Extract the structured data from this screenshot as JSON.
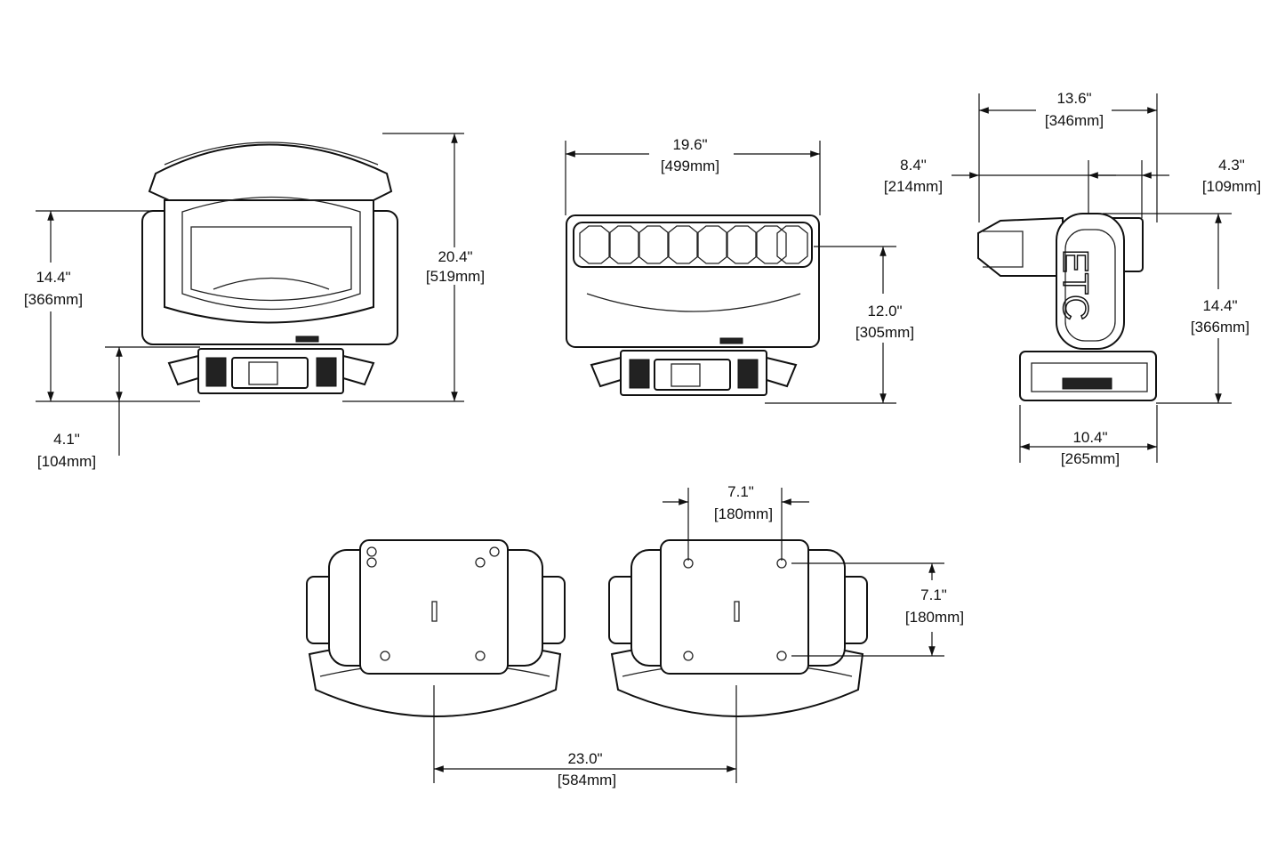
{
  "front_view": {
    "height_head": {
      "in": "14.4\"",
      "mm": "[366mm]"
    },
    "height_total": {
      "in": "20.4\"",
      "mm": "[519mm]"
    },
    "base_height": {
      "in": "4.1\"",
      "mm": "[104mm]"
    }
  },
  "side_long_view": {
    "width": {
      "in": "19.6\"",
      "mm": "[499mm]"
    },
    "height": {
      "in": "12.0\"",
      "mm": "[305mm]"
    }
  },
  "side_view": {
    "depth_total": {
      "in": "13.6\"",
      "mm": "[346mm]"
    },
    "front_offset": {
      "in": "8.4\"",
      "mm": "[214mm]"
    },
    "rear_offset": {
      "in": "4.3\"",
      "mm": "[109mm]"
    },
    "height": {
      "in": "14.4\"",
      "mm": "[366mm]"
    },
    "base_depth": {
      "in": "10.4\"",
      "mm": "[265mm]"
    },
    "logo": "ETC"
  },
  "bottom_view": {
    "mount_spacing_x": {
      "in": "7.1\"",
      "mm": "[180mm]"
    },
    "mount_spacing_y": {
      "in": "7.1\"",
      "mm": "[180mm]"
    },
    "swing_diameter": {
      "in": "23.0\"",
      "mm": "[584mm]"
    }
  }
}
